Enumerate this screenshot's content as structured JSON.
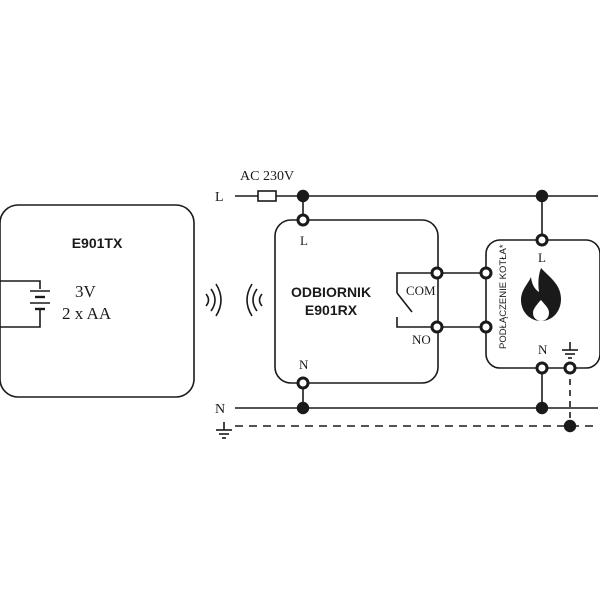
{
  "transmitter": {
    "name": "E901TX",
    "voltage": "3V",
    "batteries": "2 x AA"
  },
  "receiver": {
    "line1": "ODBIORNIK",
    "line2": "E901RX",
    "terminal_l": "L",
    "terminal_n": "N",
    "terminal_com": "COM",
    "terminal_no": "NO"
  },
  "boiler": {
    "label": "PODŁĄCZENIE KOTŁA*",
    "terminal_l": "L",
    "terminal_n": "N",
    "icon": "flame-icon"
  },
  "mains": {
    "line_label": "L",
    "neutral_label": "N",
    "supply_label": "AC 230V",
    "ground_icon": "ground-icon"
  },
  "colors": {
    "line": "#1a1a1a",
    "background": "#ffffff"
  }
}
